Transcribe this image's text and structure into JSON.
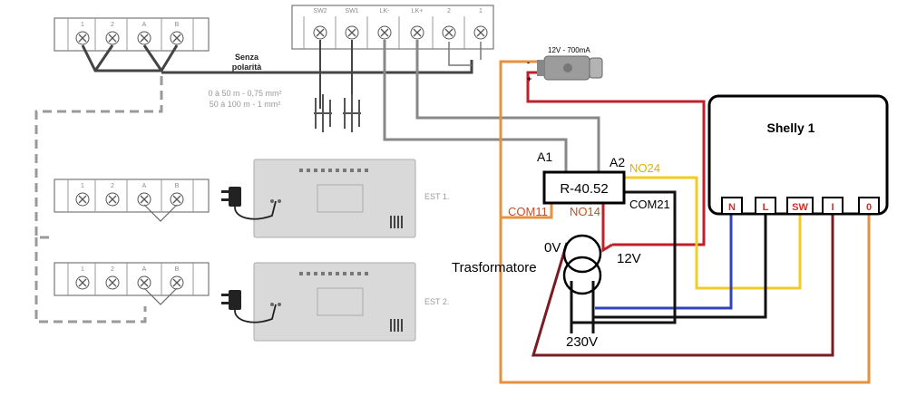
{
  "terminal_block_main": {
    "labels": [
      "1",
      "2",
      "A",
      "B"
    ]
  },
  "terminal_block_lock": {
    "labels": [
      "SW2",
      "SW1",
      "LK-",
      "LK+",
      "2",
      "1"
    ]
  },
  "terminal_block_est1": {
    "labels": [
      "1",
      "2",
      "A",
      "B"
    ]
  },
  "terminal_block_est2": {
    "labels": [
      "1",
      "2",
      "A",
      "B"
    ]
  },
  "polarity_note": {
    "line1": "Senza",
    "line2": "polarità"
  },
  "cable_specs": {
    "line1": "0 à 50 m - 0,75 mm²",
    "line2": "50 à 100 m - 1 mm²"
  },
  "lock_spec": "12V - 700mA",
  "lock_polarity": {
    "minus": "-",
    "plus": "+"
  },
  "panel_labels": {
    "est1": "EST 1.",
    "est2": "EST 2."
  },
  "relay": {
    "model": "R-40.52",
    "a1": "A1",
    "a2": "A2",
    "no24": "NO24",
    "com21": "COM21",
    "com11": "COM11",
    "no14": "NO14"
  },
  "transformer": {
    "label": "Trasformatore",
    "v0": "0V",
    "v12": "12V",
    "v230": "230V"
  },
  "shelly": {
    "title": "Shelly 1",
    "terminals": [
      "N",
      "L",
      "SW",
      "I",
      "0"
    ]
  },
  "colors": {
    "wire_orange": "#e8913a",
    "wire_red": "#c0202a",
    "wire_darkred": "#7a1a22",
    "wire_yellow": "#f2cc22",
    "wire_blue": "#3344bb",
    "wire_black": "#111111",
    "wire_grey": "#888888",
    "terminal_red": "#d0302a"
  }
}
